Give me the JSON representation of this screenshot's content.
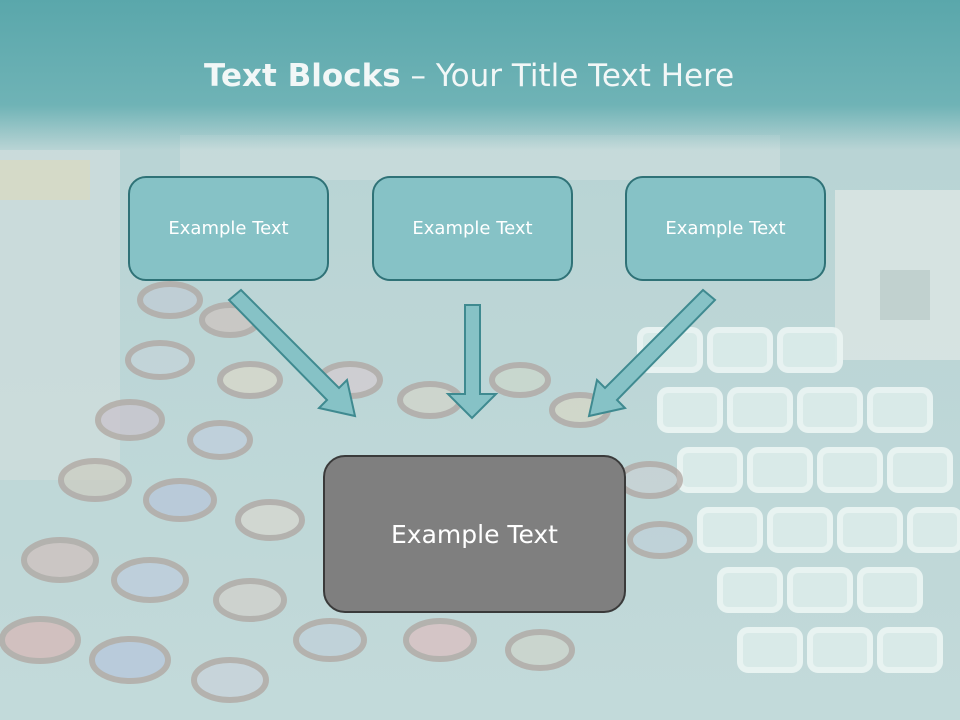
{
  "slide": {
    "title_bold": "Text Blocks",
    "title_rest": " – Your Title Text Here",
    "boxes": [
      "Example Text",
      "Example Text",
      "Example Text"
    ],
    "main_box": "Example Text"
  },
  "colors": {
    "header": "#5aa7ab",
    "box_fill": "#86c2c6",
    "box_border": "#2f7277",
    "main_fill": "#7f7f7f",
    "arrow_fill": "#86c2c6"
  }
}
